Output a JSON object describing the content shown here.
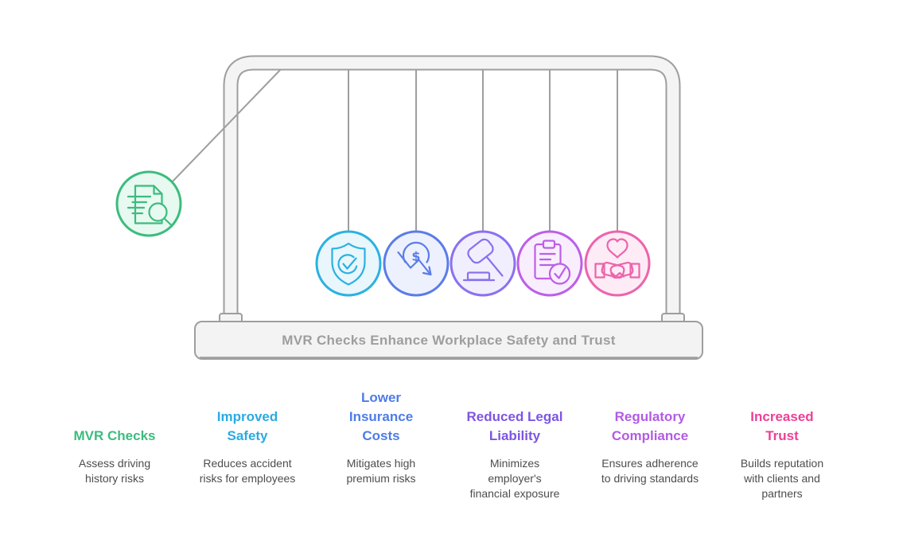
{
  "figure": {
    "base_caption": "MVR Checks Enhance Workplace Safety and Trust",
    "caption_color": "#9E9E9E",
    "frame_color": "#9E9E9E",
    "frame_fill": "#F4F4F4",
    "base_fill": "#F3F3F3",
    "raised_ball": {
      "icon": "document-search-icon",
      "color": "#3CBC7E",
      "fill": "#E7F9F0"
    },
    "balls": [
      {
        "icon": "shield-check-icon",
        "color": "#2AB2E0",
        "fill": "#E9F6FC"
      },
      {
        "icon": "dollar-decrease-icon",
        "glyph": "$",
        "color": "#5B7CE8",
        "fill": "#EDF1FD"
      },
      {
        "icon": "gavel-icon",
        "color": "#8B70F0",
        "fill": "#F1EFFD"
      },
      {
        "icon": "clipboard-check-icon",
        "color": "#BC5FE8",
        "fill": "#F9EEFD"
      },
      {
        "icon": "handshake-heart-icon",
        "color": "#EC64AC",
        "fill": "#FDEBF5"
      }
    ]
  },
  "text_color": "#4D4D4D",
  "columns": [
    {
      "title": "MVR Checks",
      "description": "Assess driving history risks",
      "color": "#3CBC7E"
    },
    {
      "title": "Improved Safety",
      "description": "Reduces accident risks for employees",
      "color": "#29ABE2"
    },
    {
      "title": "Lower Insurance Costs",
      "description": "Mitigates high premium risks",
      "color": "#4D7CE8"
    },
    {
      "title": "Reduced Legal Liability",
      "description": "Minimizes employer's financial exposure",
      "color": "#7D55E3"
    },
    {
      "title": "Regulatory Compliance",
      "description": "Ensures adherence to driving standards",
      "color": "#B25BE4"
    },
    {
      "title": "Increased Trust",
      "description": "Builds reputation with clients and partners",
      "color": "#ED3F96"
    }
  ]
}
